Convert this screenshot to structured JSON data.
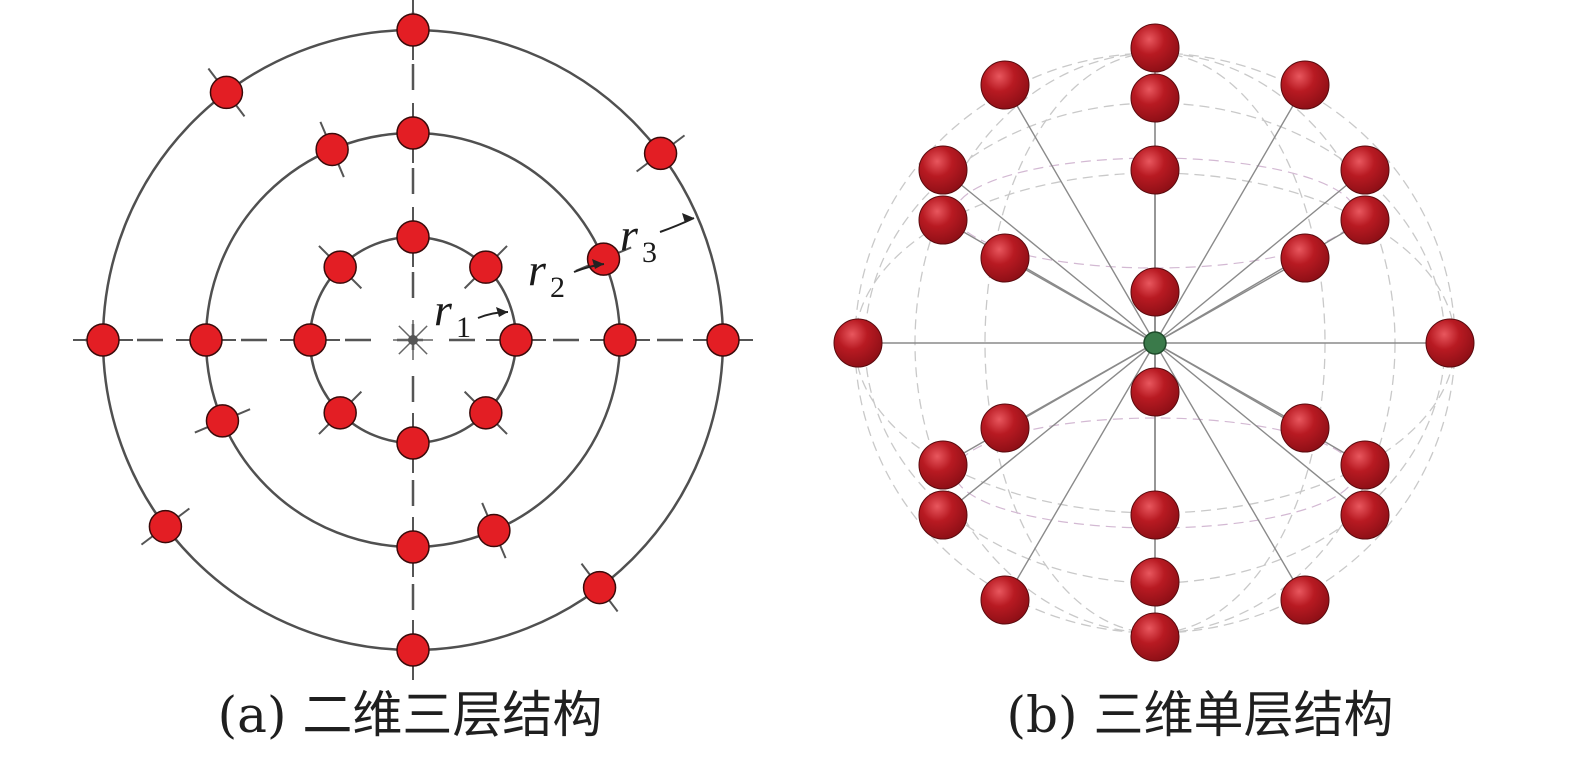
{
  "panel_a": {
    "caption": "(a) 二维三层结构",
    "radius_labels": [
      {
        "letter": "r",
        "sub": "1"
      },
      {
        "letter": "r",
        "sub": "2"
      },
      {
        "letter": "r",
        "sub": "3"
      }
    ],
    "rings": [
      {
        "ring": 1,
        "node_count": 8
      },
      {
        "ring": 2,
        "node_count": 8
      },
      {
        "ring": 3,
        "node_count": 8
      }
    ]
  },
  "panel_b": {
    "caption": "(b) 三维单层结构",
    "node_count": 26
  },
  "colors": {
    "node_fill": "#e31e24",
    "sphere_dark": "#8e0f16",
    "line": "#555555",
    "center_green": "#3a7a4a"
  }
}
